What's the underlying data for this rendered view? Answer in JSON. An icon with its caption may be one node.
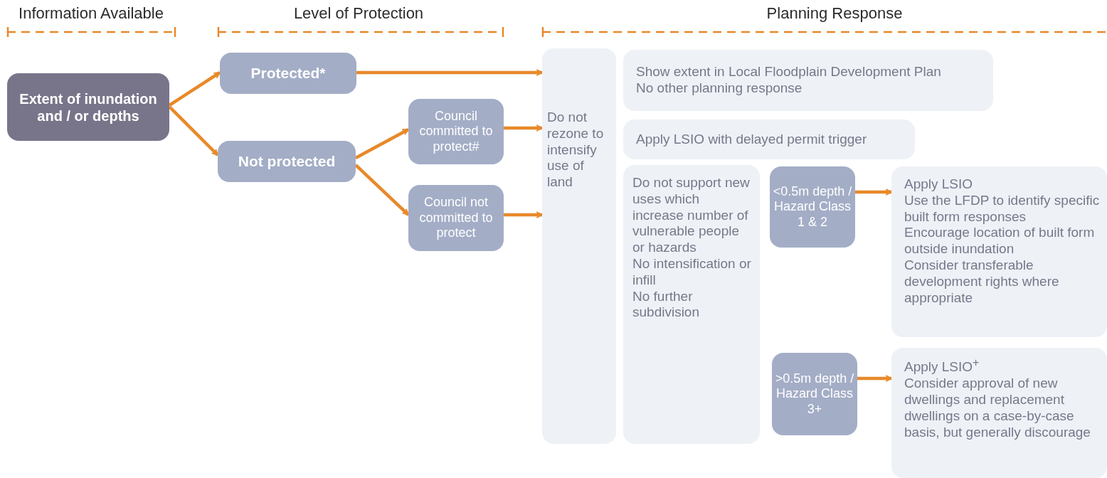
{
  "diagram": {
    "nodes": [
      {
        "text": [
          "Extent of inundation and / or depths"
        ]
      },
      {
        "text": [
          "Protected*"
        ]
      },
      {
        "text": [
          "Not protected"
        ]
      },
      {
        "text": [
          "Council committed to protect#"
        ]
      },
      {
        "text": [
          "Council not committed to protect"
        ]
      },
      {
        "text": [
          "Do not rezone to intensify use of land"
        ]
      },
      {
        "text": [
          "Show extent in Local Floodplain Development Plan",
          "No other planning response"
        ]
      },
      {
        "text": [
          "Apply LSIO with delayed permit trigger"
        ]
      },
      {
        "text": [
          "Do not support new uses which increase number of vulnerable people or hazards",
          "No intensification or infill",
          "No further subdivision"
        ]
      },
      {
        "text": [
          "<0.5m depth / Hazard Class 1 & 2"
        ]
      },
      {
        "text": [
          "Apply LSIO",
          "Use the LFDP to identify specific built form responses",
          "Encourage location of built form outside inundation",
          "Consider transferable development rights where appropriate"
        ]
      },
      {
        "text": [
          ">0.5m depth / Hazard Class 3+"
        ]
      },
      {
        "text": [
          "Apply LSIO$^{+}$",
          "Consider approval of new dwellings and replacement dwellings on a case-by-case basis, but generally discourage"
        ]
      }
    ],
    "edges": [
      {
        "from": 0,
        "to": 1,
        "arrow": "to"
      },
      {
        "from": 0,
        "to": 2,
        "arrow": "to"
      },
      {
        "from": 1,
        "to": 5,
        "arrow": "to"
      },
      {
        "from": 2,
        "to": 3,
        "arrow": "to"
      },
      {
        "from": 2,
        "to": 4,
        "arrow": "to"
      },
      {
        "from": 3,
        "to": 5,
        "arrow": "to"
      },
      {
        "from": 4,
        "to": 5,
        "arrow": "to"
      },
      {
        "from": 9,
        "to": 10,
        "arrow": "to"
      },
      {
        "from": 11,
        "to": 12,
        "arrow": "to"
      }
    ],
    "labels": [
      "Information Available",
      "Level of Protection",
      "Planning Response"
    ]
  }
}
